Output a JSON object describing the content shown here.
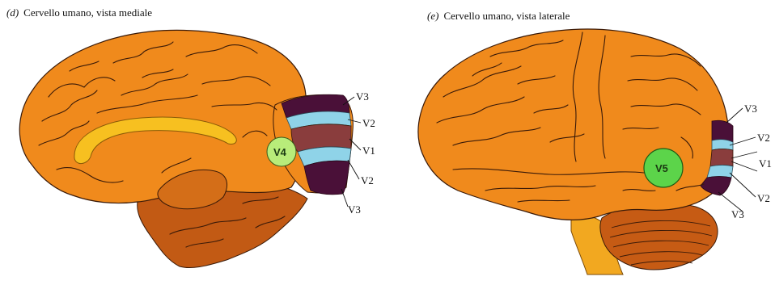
{
  "captions": {
    "medial": {
      "tag": "(d)",
      "text": "Cervello umano, vista mediale"
    },
    "lateral": {
      "tag": "(e)",
      "text": "Cervello umano, vista laterale"
    }
  },
  "medial_labels": {
    "v3_top": "V3",
    "v2_top": "V2",
    "v1": "V1",
    "v2_bottom": "V2",
    "v3_bottom": "V3",
    "v4": "V4"
  },
  "lateral_labels": {
    "v3_top": "V3",
    "v2_top": "V2",
    "v1": "V1",
    "v2_bottom": "V2",
    "v3_bottom": "V3",
    "v5": "V5"
  },
  "colors": {
    "cortex": "#f08a1c",
    "cortex_dark": "#c8661a",
    "brainstem": "#c25a14",
    "corpus_callosum": "#f7c020",
    "v1": "#8a3d3d",
    "v2": "#8fd3e8",
    "v3": "#4a1038",
    "v4": "#b8ec7a",
    "v5": "#5cd44a",
    "cerebellum": "#c65b14",
    "sulcus": "#3a1a08"
  }
}
